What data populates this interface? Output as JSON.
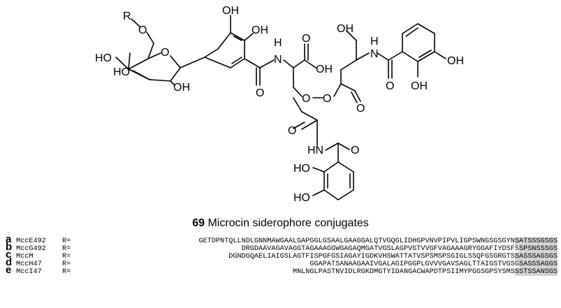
{
  "structure": {
    "labels": {
      "r": "R",
      "o_r": "O",
      "ho_1": "HO",
      "o_ring": "O",
      "ho_2": "HO",
      "oh_sugar": "OH",
      "oh_top1": "OH",
      "oh_top2": "OH",
      "nh_1": "H",
      "n_1": "N",
      "o_carboxyl": "O",
      "oh_carboxyl": "OH",
      "o_amide1": "O",
      "oh_serine": "OH",
      "nh_2": "H",
      "n_2": "N",
      "o_ester1": "O",
      "o_ester2": "O",
      "o_estercarb": "O",
      "o_amide2": "O",
      "oh_right1": "OH",
      "oh_right2": "OH",
      "o_ester3": "O",
      "hn_bottom": "HN",
      "o_amide3": "O",
      "ho_bottom1": "HO",
      "ho_bottom2": "HO"
    }
  },
  "caption": {
    "number": "69",
    "text": " Microcin siderophore conjugates"
  },
  "sequences": [
    {
      "letter": "a",
      "name": "MccE492",
      "r_label": "R=",
      "seq": "GETDPNTQLLNDLGNNMAWGAALGAPGGLGSAALGAAGGALQTVGQGLIDHGPVNVPIPVLIGPSWNGSGSGYN",
      "highlight": "SATSSSGSGS"
    },
    {
      "letter": "b",
      "name": "MccG492",
      "r_label": "R=",
      "seq": "DRGDAAVAGAVAGGTAGAAAGGWGAGAQMGATVGSLAGPVGTVVGFVAGAAAGRYGGAFIYDSFS",
      "highlight": "SPSNSSSGS"
    },
    {
      "letter": "c",
      "name": "MccM",
      "r_label": "R=",
      "seq": "DGNDGQAELIAIGSLAGTFISPGFGSIAGAYIGDKVHSWATTATVSPSMSPSGIGLSSQFGSGRGTS",
      "highlight": "SASSSAGSGS"
    },
    {
      "letter": "d",
      "name": "MccH47",
      "r_label": "R=",
      "seq": "GGAPATSANAAGAAIVGALAGIPGGPLGVVVGAVSAGLTTAIGSTVGSG",
      "highlight": "SASSSAGGS"
    },
    {
      "letter": "e",
      "name": "MccI47",
      "r_label": "R=",
      "seq": "MNLNGLPASTNVIDLRGKDMGTYIDANGACWAPDTPSIIMYPGGSGPSYSMS",
      "highlight": "SSTSSANSGS"
    }
  ]
}
